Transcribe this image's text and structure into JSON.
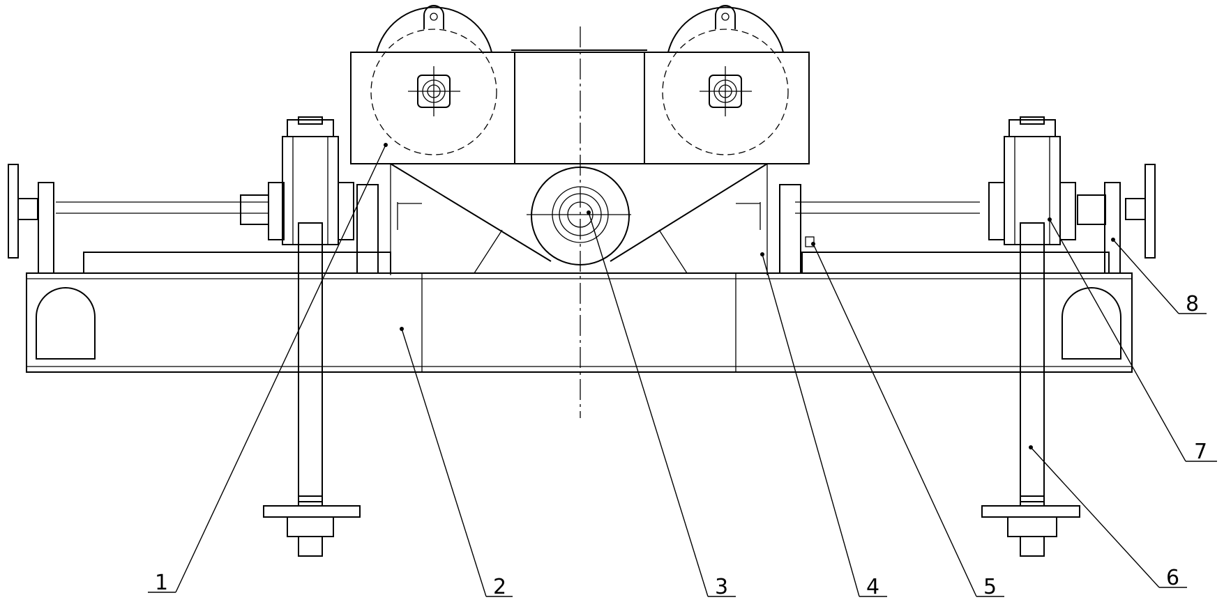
{
  "callouts": [
    {
      "label": "1"
    },
    {
      "label": "2"
    },
    {
      "label": "3"
    },
    {
      "label": "4"
    },
    {
      "label": "5"
    },
    {
      "label": "6"
    },
    {
      "label": "7"
    },
    {
      "label": "8"
    }
  ]
}
